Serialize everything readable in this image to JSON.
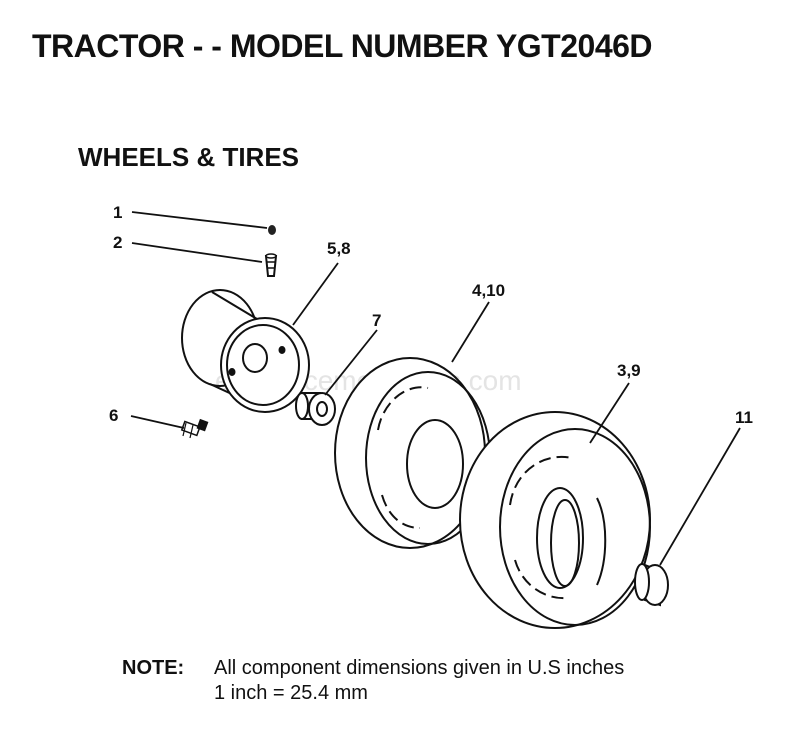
{
  "header": {
    "title": "TRACTOR - - MODEL NUMBER YGT2046D",
    "section": "WHEELS & TIRES"
  },
  "diagram": {
    "callouts": [
      {
        "id": "1",
        "part": "valve-cap"
      },
      {
        "id": "2",
        "part": "valve-stem"
      },
      {
        "id": "5,8",
        "part": "wheel-rim"
      },
      {
        "id": "7",
        "part": "bushing"
      },
      {
        "id": "4,10",
        "part": "inner-tire"
      },
      {
        "id": "3,9",
        "part": "outer-tire"
      },
      {
        "id": "6",
        "part": "bolt"
      },
      {
        "id": "11",
        "part": "sleeve"
      }
    ],
    "watermark": "eReplacementParts.com"
  },
  "note": {
    "label": "NOTE:",
    "line1": "All component dimensions given in U.S  inches",
    "line2": "1 inch = 25.4 mm"
  }
}
